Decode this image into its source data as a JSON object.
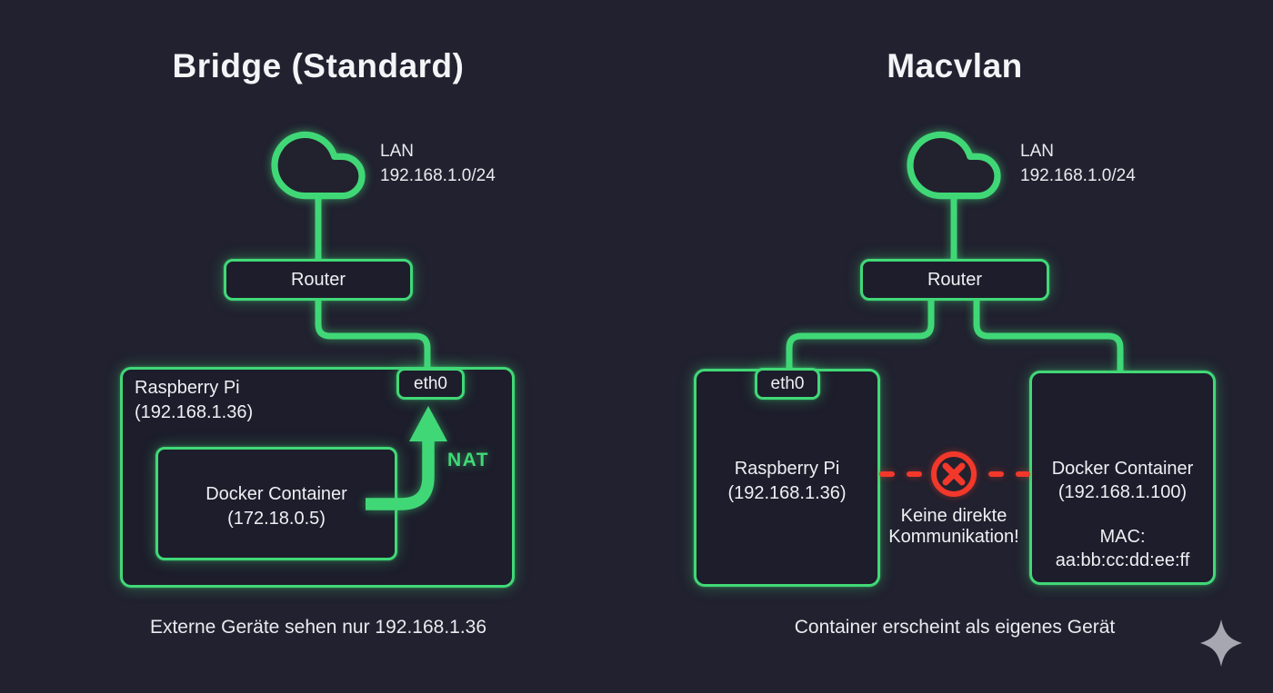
{
  "colors": {
    "background": "#21212f",
    "green": "#41d877",
    "red": "#f2392c",
    "text": "#eef0f4",
    "box_fill": "#1d1d2b",
    "sparkle": "#a6a7b1"
  },
  "left": {
    "title": "Bridge (Standard)",
    "lan": {
      "label": "LAN",
      "subnet": "192.168.1.0/24"
    },
    "router": "Router",
    "eth0": "eth0",
    "host": {
      "name": "Raspberry Pi",
      "ip": "(192.168.1.36)"
    },
    "container": {
      "name": "Docker Container",
      "ip": "(172.18.0.5)"
    },
    "nat": "NAT",
    "caption": "Externe Geräte sehen nur 192.168.1.36"
  },
  "right": {
    "title": "Macvlan",
    "lan": {
      "label": "LAN",
      "subnet": "192.168.1.0/24"
    },
    "router": "Router",
    "eth0": "eth0",
    "host": {
      "name": "Raspberry Pi",
      "ip": "(192.168.1.36)"
    },
    "container": {
      "name": "Docker Container",
      "ip": "(192.168.1.100)",
      "mac_label": "MAC:",
      "mac": "aa:bb:cc:dd:ee:ff"
    },
    "blocked": {
      "line1": "Keine direkte",
      "line2": "Kommunikation!"
    },
    "caption": "Container erscheint als eigenes Gerät"
  },
  "icons": {
    "cloud": "cloud-outline",
    "blocked": "x-circle",
    "nat_arrow": "curved-up-arrow",
    "watermark": "four-point-sparkle"
  }
}
